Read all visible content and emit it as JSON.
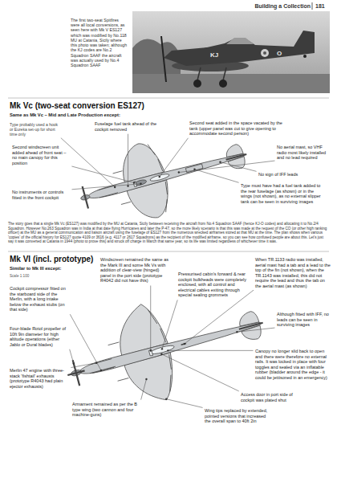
{
  "diagram": {
    "labels": [
      "Building a Collection",
      "181",
      "The first two-seat Spitfires were all local conversions, as seen here with Mk V ES127 which was modified by No.118 MU at Catania, Sicily where this photo was taken; although the KJ codes are No.2 Squadron SAAF the aircraft was actually used by No.4 Squadron SAAF",
      "KJ",
      "O",
      "Mk Vc (two-seat conversion ES127)",
      "Same as Mk Vc – Mid and Late Production except:",
      "Type probably used a hook or Eureka set-up for short time only",
      "Fuselage fuel tank ahead of the cockpit removed",
      "Second seat added in the space vacated by the tank (upper panel was cut to give opening to accommodate second person)",
      "Second windscreen unit added ahead of front seat – no main canopy for this position",
      "No aerial mast, so VHF radio most likely installed and no lead required",
      "No sign of IFF leads",
      "No instruments or controls fitted in the front cockpit",
      "Type must have had a fuel tank added to the rear fuselage (as shown) or in the wings (not shown), as no external slipper tank can be seen in surviving images",
      "The story goes that a single Mk Vc (ES127) was modified by the MU at Catania, Sicily between receiving the aircraft from No.4 Squadron SAAF (hence KJ-O codes) and allocating it to No.2/4 Squadron. However No.263 Squadron was in India at that date flying Hurricanes and later the P-47, so the more likely scenario is that this was made at the request of the CO (or other high ranking officer) at the MU as a general communication and liaison aircraft using the fuselage of ES127 from the numerous wrecked airframes stored at that MU at the time. The plan shows when various 'copies' of the official history for ES127 quote 4109 or 3616 (e.g. 4117 or 2617 Squadrons) as the recipient of the modified airframe, so you can see how confused people are about this. Let's just say it was converted at Catania in 1944 (photo to prove this) and struck off charge in March that same year, so its life was limited regardless of whichever time it was.",
      "Mk VI (incl. prototype)",
      "Similar to Mk III except:",
      "Scale 1:100",
      "Windscreen remained the same as the Mark III and some Mk Vs with addition of clear-view (hinged) panel in the port side (prototype R4042 did not have this)",
      "Pressurised cabin's forward & rear cockpit bulkheads were completely enclosed, with all control and electrical cables exiting through special sealing grommets",
      "When TR.1133 radio was installed, aerial mast had a tab and a lead to the top of the fin (not shown), when the TR.1143 was installed, this did not require the lead and thus the tab on the aerial mast (as shown)",
      "Cockpit compressor fitted on the starboard side of the Merlin, with a long intake below the exhaust stubs (on that side)",
      "Although fitted with IFF, no leads can be seen in surviving images",
      "Four-blade Rotol propeller of 10ft 9in diameter for high altitude operations (either Jablo or Dural blades)",
      "Canopy no longer slid back to open and there were therefore no external rails. It was locked in place with four toggles and sealed via an inflatable rubber (bladder around the edge - it could be jettisoned in an emergency)",
      "Merlin 47 engine with three-stack 'fishtail' exhausts (prototype R4043 had plain ejector exhausts)",
      "Access door in port side of cockpit was plated shut",
      "Armament remained as per the B type wing (two cannon and four machine-guns)",
      "Wing tips replaced by extended, pointed versions that increased the overall span to 40ft 2in"
    ]
  }
}
